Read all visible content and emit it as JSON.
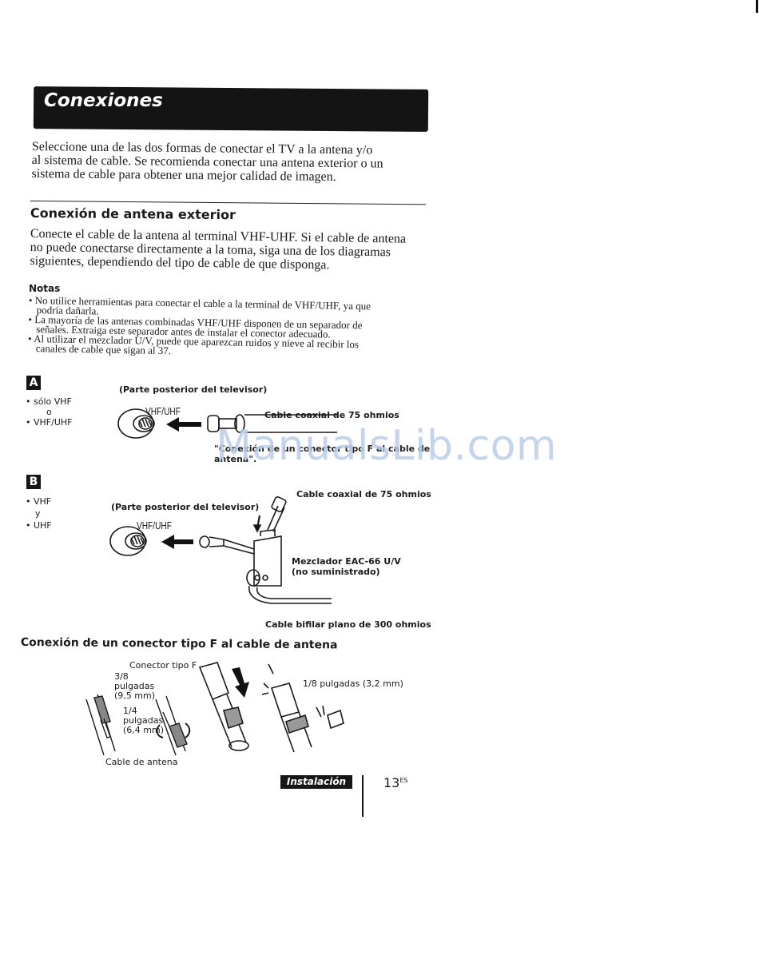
{
  "header": {
    "title": "Conexiones"
  },
  "intro": {
    "lines": [
      "Seleccione una de las dos formas de conectar el TV a la antena y/o",
      "al sistema de cable. Se recomienda conectar una antena exterior o un",
      "sistema de cable para obtener una mejor calidad de imagen."
    ]
  },
  "section1": {
    "heading": "Conexión de antena exterior",
    "lines": [
      "Conecte el cable de la antena al terminal VHF-UHF. Si el cable de antena",
      "no puede conectarse directamente a la toma, siga una de los diagramas",
      "siguientes, dependiendo del tipo de cable de que disponga."
    ]
  },
  "notes": {
    "heading": "Notas",
    "items": [
      {
        "l1": "• No utilice herramientas para conectar el cable a la terminal de VHF/UHF, ya que",
        "l2": "podría dañarla."
      },
      {
        "l1": "• La mayoría de las antenas combinadas VHF/UHF disponen de un separador de",
        "l2": "señales. Extraiga este separador antes de instalar el conector adecuado."
      },
      {
        "l1": "• Al utilizar el mezclador U/V, puede que aparezcan ruidos y nieve al recibir los",
        "l2": "canales de cable que sigan al 37."
      }
    ]
  },
  "diagram_a": {
    "letter": "A",
    "options": [
      "• sólo VHF",
      "o",
      "• VHF/UHF"
    ],
    "back_label": "(Parte posterior del televisor)",
    "terminal": "VHF/UHF",
    "cable_label": "Cable coaxial de 75 ohmios",
    "ref_line1": "\"Conexión de un conector tipo F al cable de",
    "ref_line2": "antena\"."
  },
  "diagram_b": {
    "letter": "B",
    "options": [
      "• VHF",
      "y",
      "• UHF"
    ],
    "back_label": "(Parte posterior del televisor)",
    "terminal": "VHF/UHF",
    "cable_label": "Cable coaxial de 75 ohmios",
    "mixer_line1": "Mezclador EAC-66 U/V",
    "mixer_line2": "(no suministrado)",
    "twin_lead": "Cable bifilar plano de 300 ohmios"
  },
  "section2": {
    "heading": "Conexión de un conector tipo F al cable de antena",
    "connector_label": "Conector tipo F",
    "dim1_line1": "3/8",
    "dim1_line2": "pulgadas",
    "dim1_line3": "(9,5 mm)",
    "dim2_line1": "1/4",
    "dim2_line2": "pulgadas",
    "dim2_line3": "(6,4 mm)",
    "dim3": "1/8 pulgadas (3,2 mm)",
    "antenna_cable": "Cable de antena"
  },
  "watermark": "ManualsLib.com",
  "footer": {
    "section_tab": "Instalación",
    "page_number": "13",
    "page_suffix": "ES"
  }
}
